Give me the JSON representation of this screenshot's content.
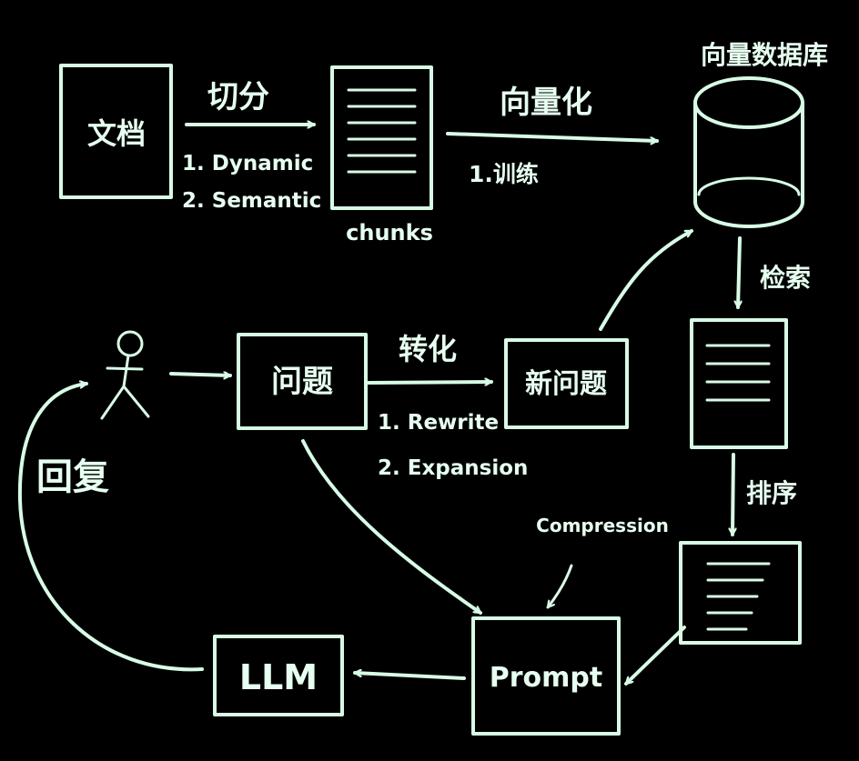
{
  "nodes": {
    "document": "文档",
    "chunks": "chunks",
    "vector_db": "向量数据库",
    "question": "问题",
    "new_question": "新问题",
    "prompt": "Prompt",
    "llm": "LLM"
  },
  "edges": {
    "split": {
      "label": "切分",
      "items": [
        "1. Dynamic",
        "2. Semantic"
      ]
    },
    "vectorize": {
      "label": "向量化",
      "items": [
        "1.训练"
      ]
    },
    "retrieve": {
      "label": "检索"
    },
    "transform": {
      "label": "转化",
      "items": [
        "1. Rewrite",
        "2. Expansion"
      ]
    },
    "rank": {
      "label": "排序"
    },
    "compression": {
      "label": "Compression"
    },
    "reply": {
      "label": "回复"
    }
  },
  "colors": {
    "background": "#000000",
    "chalk": "#d8fbe6"
  }
}
